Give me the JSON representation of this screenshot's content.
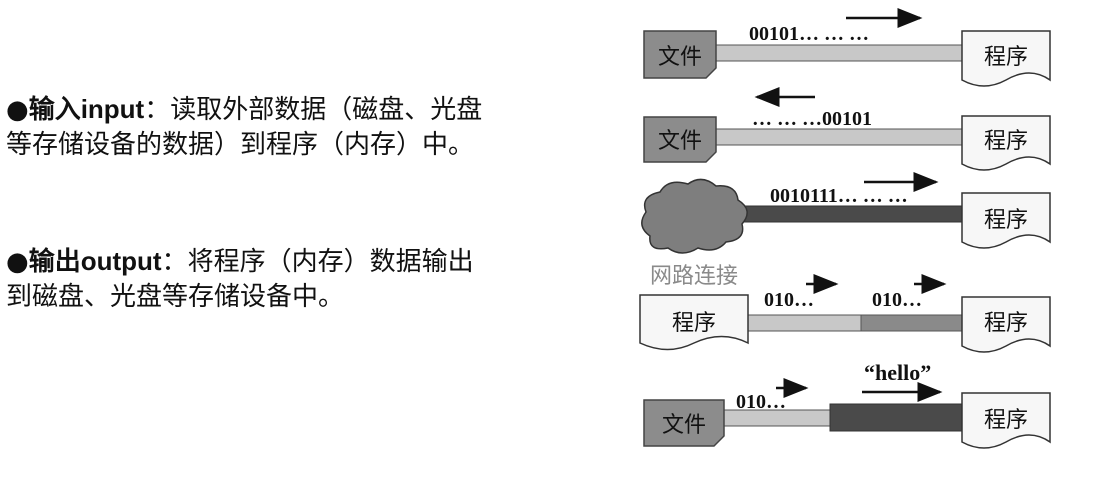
{
  "text": {
    "input": {
      "bullet": "●",
      "term": "输入input",
      "colon": "：",
      "desc": "读取外部数据（磁盘、光盘等存储设备的数据）到程序（内存）中。"
    },
    "output": {
      "bullet": "●",
      "term": "输出output",
      "colon": "：",
      "desc": "将程序（内存）数据输出到磁盘、光盘等存储设备中。"
    }
  },
  "diagram": {
    "rows": [
      {
        "left": "文件",
        "right": "程序",
        "stream1": "00101… … …"
      },
      {
        "left": "文件",
        "right": "程序",
        "stream1": "… … …00101"
      },
      {
        "left": "",
        "right": "程序",
        "stream1": "0010111… … …"
      },
      {
        "left": "程序",
        "right": "程序",
        "stream1": "010…",
        "stream2": "010…",
        "caption": "网路连接"
      },
      {
        "left": "文件",
        "right": "程序",
        "stream1": "010…",
        "stream2": "“hello”"
      }
    ]
  },
  "colors": {
    "fileBox": "#8c8c8c",
    "pageFill": "#f7f7f7",
    "pipeLight": "#c8c8c8",
    "pipeMid": "#8a8a8a",
    "pipeDark": "#4a4a4a",
    "cloud": "#7e7e7e",
    "caption": "#8a8a8a"
  }
}
